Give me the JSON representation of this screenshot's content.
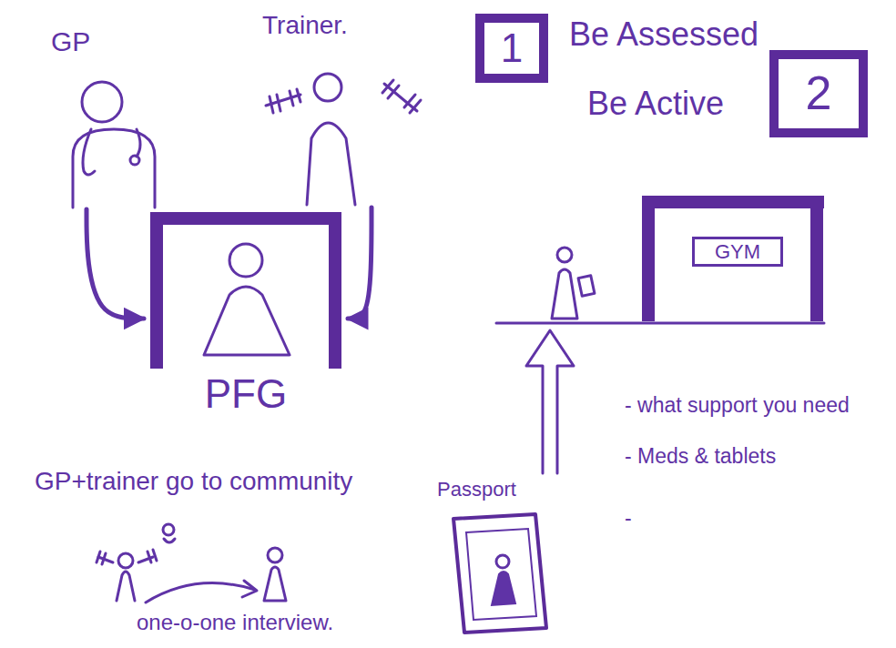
{
  "diagram": {
    "nodes": [
      {
        "text": [
          "GP"
        ]
      },
      {
        "text": [
          "Trainer."
        ]
      },
      {
        "text": [
          "1"
        ]
      },
      {
        "text": [
          "2"
        ]
      },
      {
        "text": [
          "PFG"
        ]
      },
      {
        "text": [
          "GYM"
        ]
      },
      {
        "text": [
          "Passport"
        ]
      }
    ],
    "edges": [
      {
        "from": 0,
        "to": 4,
        "arrow": "to"
      },
      {
        "from": 1,
        "to": 4,
        "arrow": "to"
      }
    ],
    "labels": [
      "Be Assessed",
      "Be Active",
      "- what support you need",
      "- Meds & tablets",
      "-",
      "GP+trainer go to community",
      "one-o-one interview."
    ]
  }
}
